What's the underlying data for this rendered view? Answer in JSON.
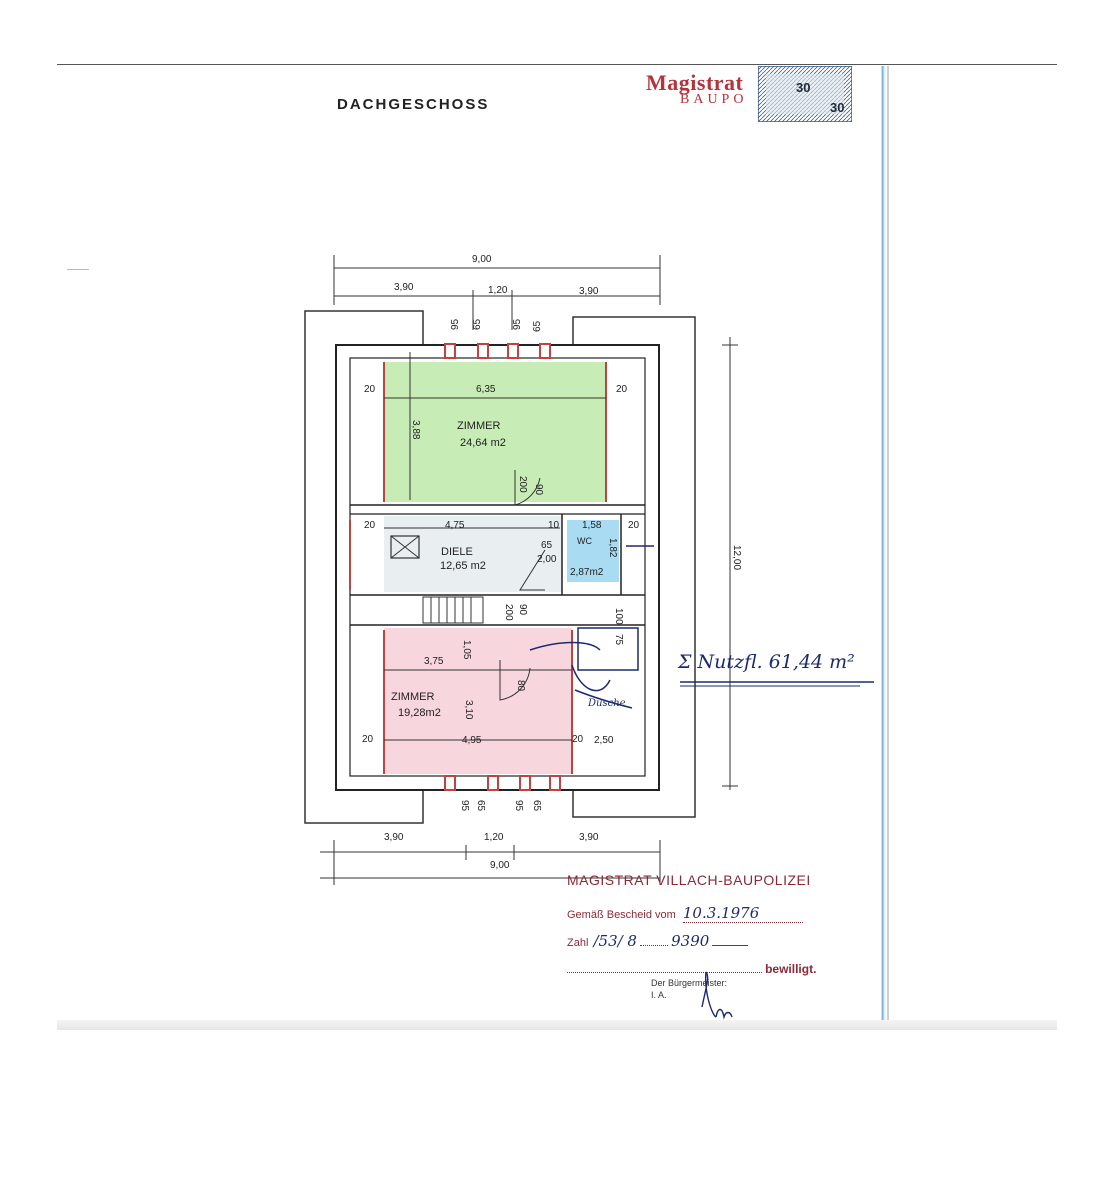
{
  "document": {
    "title": "DACHGESCHOSS",
    "stamp_top": {
      "line1": "Magistrat",
      "line2": "BAUPO",
      "revenue_value": "30"
    },
    "dimensions": {
      "top_overall": "9,00",
      "top_left": "3,90",
      "top_mid": "1,20",
      "top_right": "3,90",
      "bottom_left": "3,90",
      "bottom_mid": "1,20",
      "bottom_right": "3,90",
      "bottom_overall": "9,00",
      "right_overall": "12,00",
      "window_a": "95",
      "window_b": "65"
    },
    "rooms": {
      "zimmer_top": {
        "name": "ZIMMER",
        "area": "24,64 m2",
        "width": "6,35",
        "depth": "3,88"
      },
      "diele": {
        "name": "DIELE",
        "area": "12,65 m2",
        "width": "4,75"
      },
      "wc": {
        "name": "WC",
        "area": "2,87m2",
        "width": "1,58",
        "depth": "1,82",
        "door": "2,00",
        "door_w": "65"
      },
      "zimmer_bottom": {
        "name": "ZIMMER",
        "area": "19,28m2",
        "width": "3,75",
        "width2": "4,95",
        "depth": "3,10",
        "stair": "1,05",
        "right_w": "2,50"
      },
      "misc_dims": [
        "20",
        "10",
        "90",
        "200",
        "80",
        "100",
        "75"
      ]
    },
    "handwriting": {
      "nutzflaeche": "Σ Nutzfl. 61,44 m²",
      "dusche": "Dusche"
    },
    "approval": {
      "heading": "MAGISTRAT VILLACH-BAUPOLIZEI",
      "line1_label": "Gemäß Bescheid vom",
      "date": "10.3.1976",
      "line2_label": "Zahl",
      "number": "/53/ 8",
      "number2": "9390",
      "bewilligt": "bewilligt.",
      "signer_label": "Der Bürgermeister:",
      "ia": "I. A."
    },
    "colors": {
      "stamp": "#b5333b",
      "green_room": "#c8ecb6",
      "pink_room": "#f7d6de",
      "wc_blue": "#a9dcf2",
      "ink": "#1e2a6e"
    }
  }
}
